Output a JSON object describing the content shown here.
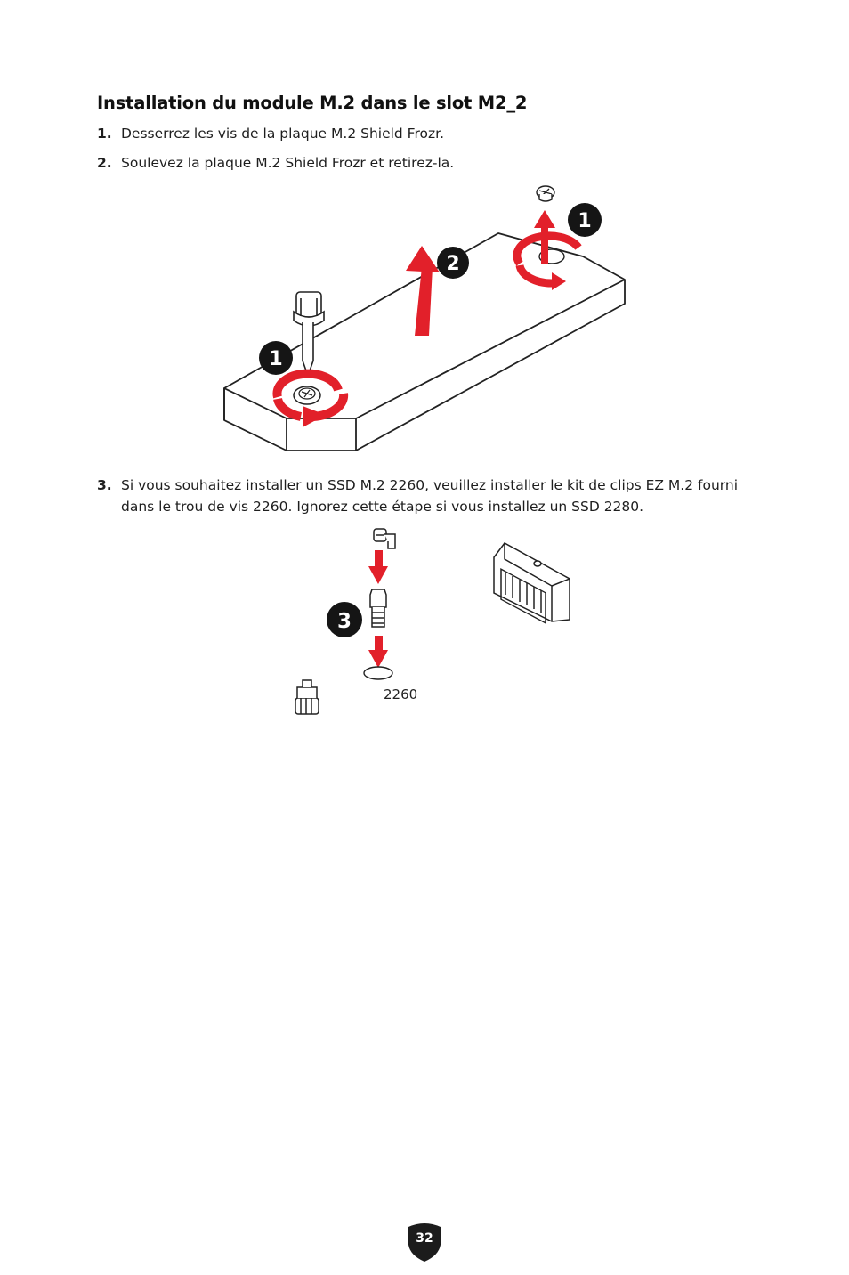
{
  "page": {
    "heading": "Installation du module M.2 dans le slot M2_2",
    "page_number": "32"
  },
  "steps": [
    {
      "num": "1.",
      "text": "Desserrez les vis de la plaque M.2 Shield Frozr."
    },
    {
      "num": "2.",
      "text": "Soulevez la plaque M.2 Shield Frozr et retirez-la."
    },
    {
      "num": "3.",
      "text": "Si vous souhaitez installer un SSD M.2 2260, veuillez installer le kit de clips EZ M.2 fourni dans le trou de vis 2260. Ignorez cette étape si vous installez un SSD 2280."
    }
  ],
  "figure1": {
    "badge_left": "1",
    "badge_lift": "2",
    "badge_right": "1"
  },
  "figure2": {
    "badge": "3",
    "hole_label": "2260"
  },
  "colors": {
    "accent_red": "#e2202a",
    "badge_black": "#151515"
  },
  "icons": {
    "screwdriver": "screwdriver-icon",
    "screw": "screw-icon",
    "rotate_arrow": "rotate-arrow-icon",
    "lift_arrow": "lift-arrow-icon",
    "ez_clip": "ez-clip-icon",
    "m2_connector": "m2-connector-icon",
    "page_shield": "shield-icon"
  }
}
